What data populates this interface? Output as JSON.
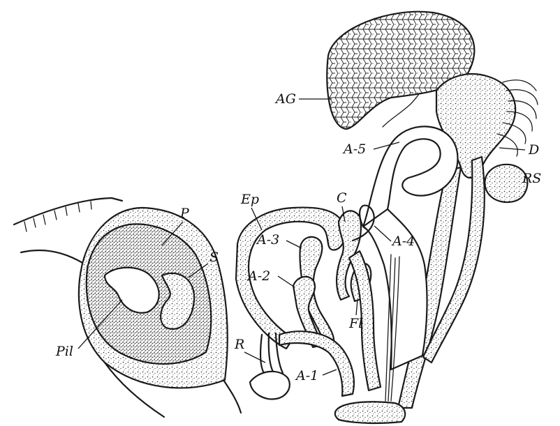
{
  "figure": {
    "labels": {
      "AG": "AG",
      "A5": "A-5",
      "D": "D",
      "RS": "RS",
      "P": "P",
      "S": "S",
      "Pil": "Pil",
      "Ep": "Ep",
      "C": "C",
      "A4": "A-4",
      "A3": "A-3",
      "A2": "A-2",
      "Fl": "Fl",
      "R": "R",
      "A1": "A-1"
    }
  },
  "colors": {
    "ink": "#1a1a1a",
    "background": "#ffffff",
    "stipple": "#2a2a2a"
  }
}
